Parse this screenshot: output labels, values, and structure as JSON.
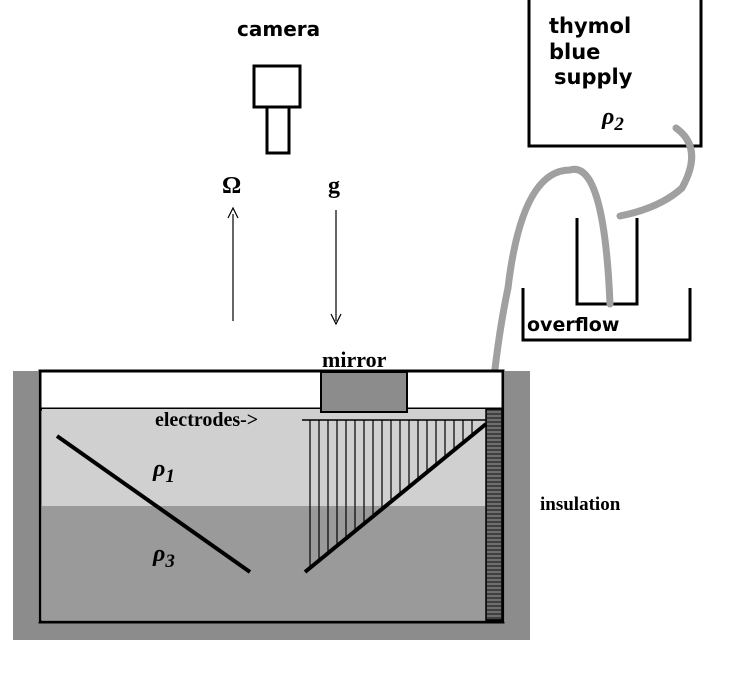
{
  "labels": {
    "camera": "camera",
    "omega": "Ω",
    "g": "g",
    "supply_line1": "thymol",
    "supply_line2": "blue",
    "supply_line3": "supply",
    "rho2": "ρ",
    "rho2_sub": "2",
    "overflow": "overflow",
    "mirror": "mirror",
    "electrodes": "electrodes->",
    "rho1": "ρ",
    "rho1_sub": "1",
    "rho3": "ρ",
    "rho3_sub": "3",
    "insulation": "insulation"
  },
  "colors": {
    "tank_wall": "#8c8c8c",
    "layer_upper": "#d0d0d0",
    "layer_lower": "#9a9a9a",
    "mirror_fill": "#8c8c8c",
    "tube": "#a0a0a0",
    "ink": "#000000"
  }
}
